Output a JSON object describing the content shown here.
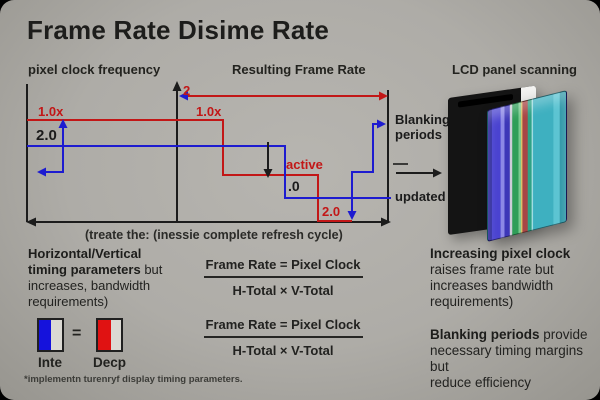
{
  "title": "Frame Rate Disime Rate",
  "columns": {
    "left": "pixel clock frequency",
    "middle": "Resulting Frame Rate",
    "right": "LCD panel scanning"
  },
  "colors": {
    "background": "#aeaca7",
    "red_line": "#c21717",
    "blue_line": "#1d1bd0",
    "axis": "#1c1c1c"
  },
  "diagram": {
    "two": "2",
    "one_x_left": "1.0x",
    "one_x_mid": "1.0x",
    "two_zero": "2.0",
    "active": "active",
    "point_zero": ".0",
    "two_zero_bottom": "2.0",
    "blanking": "Blanking periods",
    "updated": "updated",
    "caption": "(treate the: (inessie complete refresh cycle)"
  },
  "left_block": {
    "l1_bold": "Horizontal/Vertical",
    "l2_bold": "timing parameters",
    "l2_rest": " but",
    "l3": "increases,  bandwidth",
    "l4": "requirements)"
  },
  "legend": {
    "item1_label": "Inte",
    "equals": "=",
    "item2_label": "Decp",
    "item1_color": "#1512dc",
    "item2_color": "#e01212"
  },
  "formulas": [
    {
      "numerator": "Frame Rate = Pixel Clock",
      "denominator": "H-Total × V-Total"
    },
    {
      "numerator": "Frame Rate = Pixel Clock",
      "denominator": "H-Total × V-Total"
    }
  ],
  "right_block1": {
    "l1_bold": "Increasing pixel clock",
    "l2": "raises frame rate but",
    "l3": "increases bandwidth",
    "l4": "requirements)"
  },
  "right_block2": {
    "l1_bold": "Blanking periods",
    "l1_rest": " provide",
    "l2": "necessary timing margins but",
    "l3": "reduce efficiency"
  },
  "footnote": "*implementn turenryf display timing parameters."
}
